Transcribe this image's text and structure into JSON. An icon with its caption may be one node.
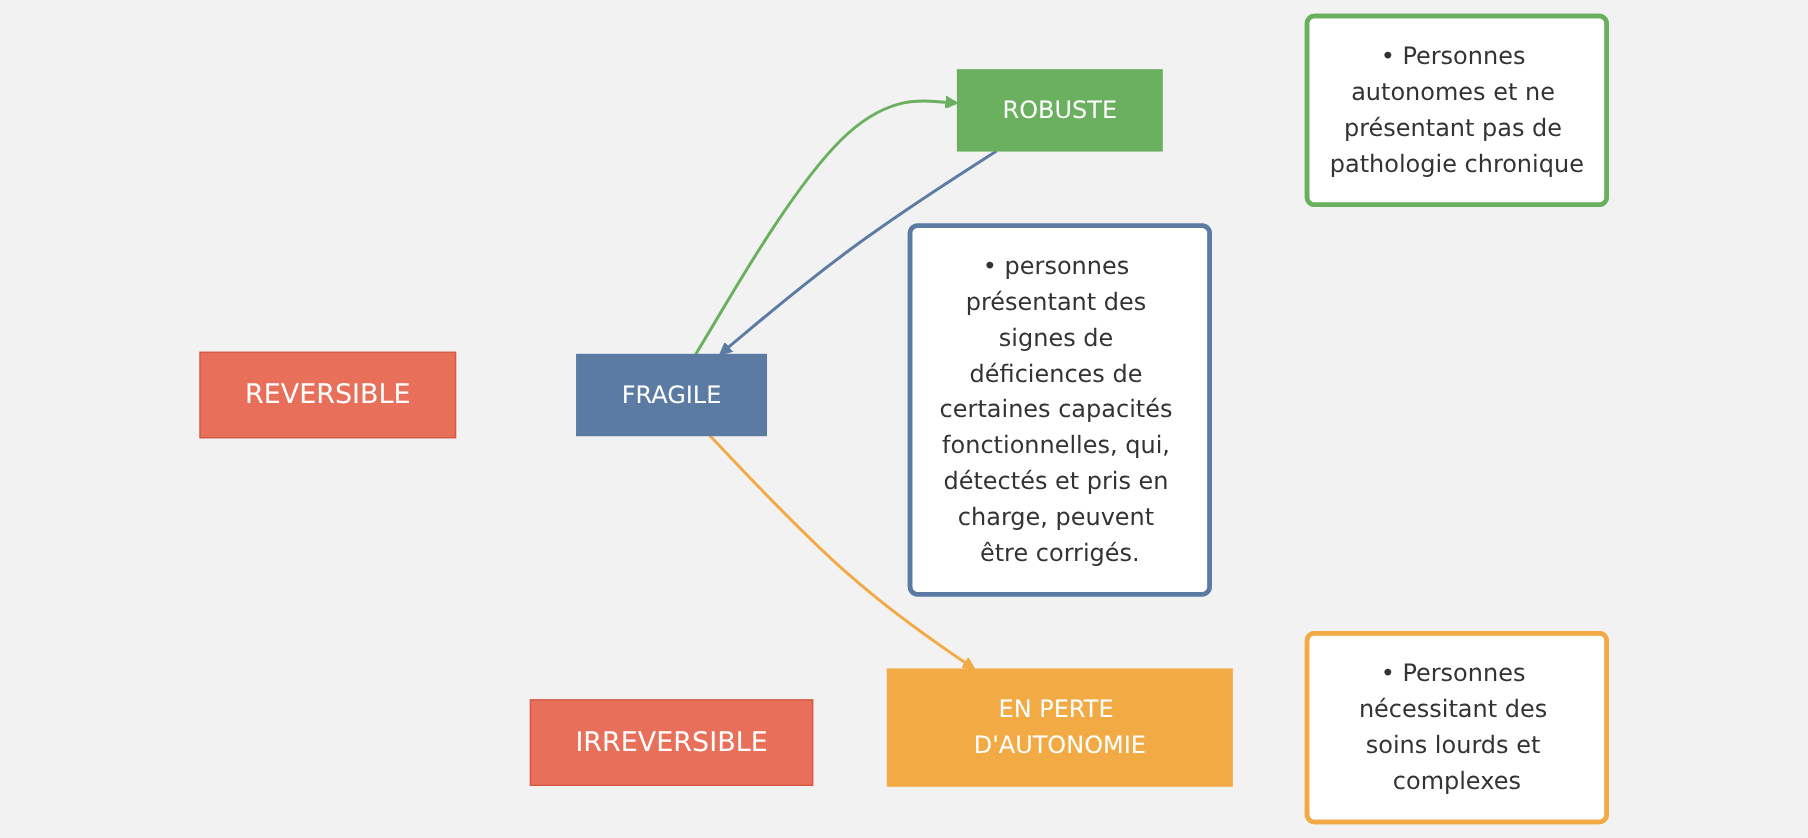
{
  "diagram": {
    "nodes": [
      {
        "text": [
          "REVERSIBLE"
        ]
      },
      {
        "text": [
          "IRREVERSIBLE"
        ]
      },
      {
        "text": [
          "ROBUSTE"
        ]
      },
      {
        "text": [
          "• Personnes autonomes et ne présentant pas de pathologie chronique"
        ]
      },
      {
        "text": [
          "FRAGILE"
        ]
      },
      {
        "text": [
          "• personnes présentant des signes de déficiences de certaines capacités fonctionnelles, qui, détectés et pris en charge, peuvent être corrigés."
        ]
      },
      {
        "text": [
          "EN PERTE D'AUTONOMIE"
        ]
      },
      {
        "text": [
          "• Personnes nécessitant des soins lourds et complexes"
        ]
      }
    ],
    "edges": [
      {
        "from": 2,
        "to": 4,
        "arrow": "to",
        "color": "#5b7ba3"
      },
      {
        "from": 4,
        "to": 2,
        "arrow": "to",
        "color": "#6ab05f"
      },
      {
        "from": 4,
        "to": 6,
        "arrow": "to",
        "color": "#f2aa45"
      }
    ]
  }
}
